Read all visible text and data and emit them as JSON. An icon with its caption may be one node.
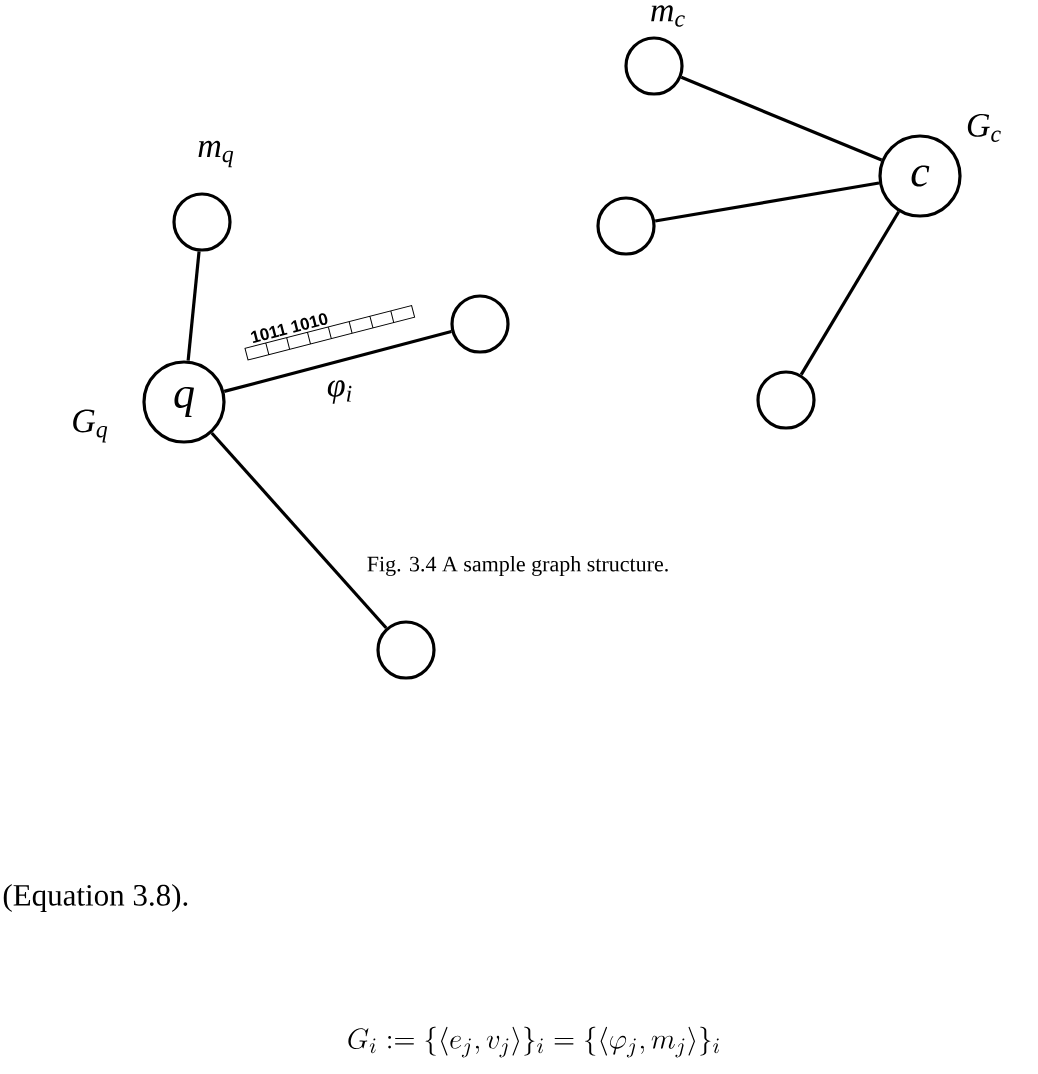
{
  "diagram": {
    "caption": "Fig. 3.4 A sample graph structure.",
    "nodes": [
      {
        "text": [
          "q"
        ],
        "beside": [
          "G$_{q}$"
        ]
      },
      {
        "text": [],
        "shape": "circle",
        "beside": [
          "m$_{q}$"
        ]
      },
      {
        "text": [],
        "shape": "circle"
      },
      {
        "text": [],
        "shape": "circle"
      },
      {
        "text": [
          "c"
        ],
        "beside": [
          "G$_{c}$"
        ]
      },
      {
        "text": [],
        "shape": "circle",
        "beside": [
          "m$_{c}$"
        ]
      },
      {
        "text": [],
        "shape": "circle"
      },
      {
        "text": [],
        "shape": "circle"
      }
    ],
    "edges": [
      {
        "from": 0,
        "to": 1,
        "arrow": "none"
      },
      {
        "from": 0,
        "to": 2,
        "arrow": "none",
        "label": "φ$_{i}$"
      },
      {
        "from": 0,
        "to": 3,
        "arrow": "none"
      },
      {
        "from": 4,
        "to": 5,
        "arrow": "none"
      },
      {
        "from": 4,
        "to": 6,
        "arrow": "none"
      },
      {
        "from": 4,
        "to": 7,
        "arrow": "none"
      }
    ],
    "labels": [
      "1011 1010",
      "(Equation 3.8).",
      "G_i := \\{\\langle e_j,v_j\\rangle\\}_i = \\{\\langle \\varphi_j,m_j\\rangle\\}_i"
    ]
  }
}
